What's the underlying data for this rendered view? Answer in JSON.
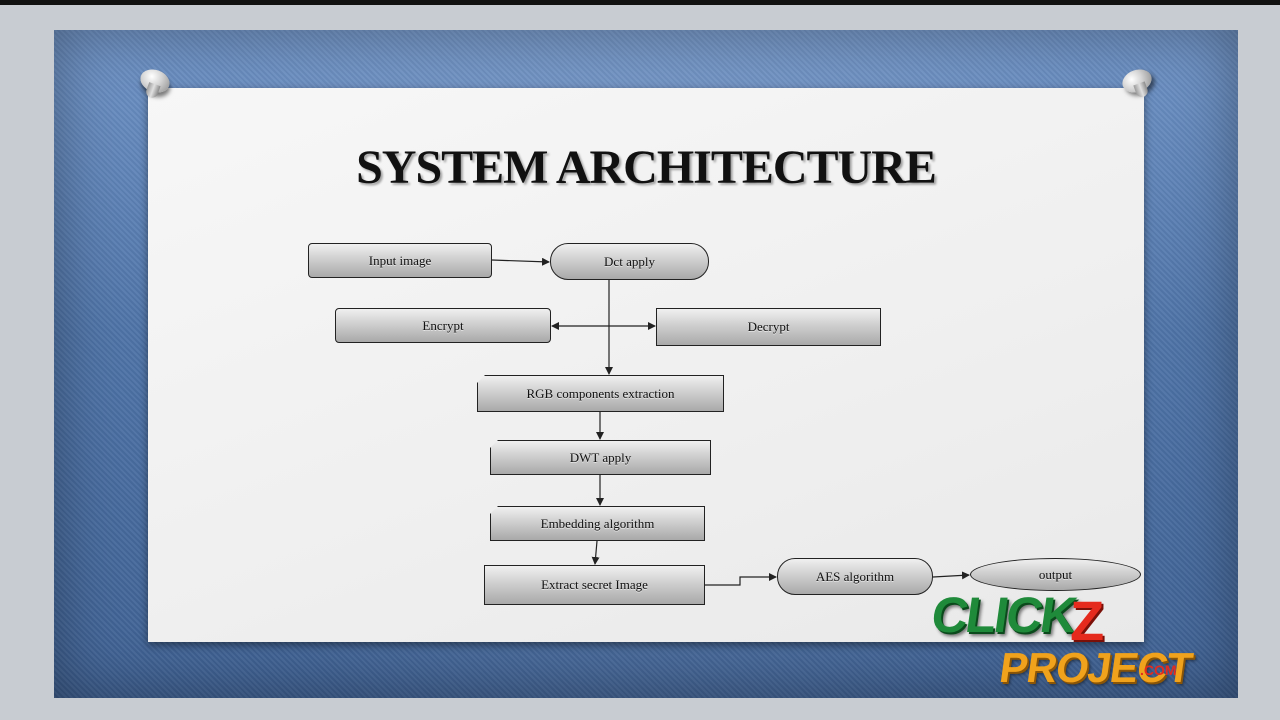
{
  "slide": {
    "title": "SYSTEM ARCHITECTURE"
  },
  "diagram": {
    "nodes": {
      "input_image": "Input image",
      "dct_apply": "Dct apply",
      "encrypt": "Encrypt",
      "decrypt": "Decrypt",
      "rgb_extraction": "RGB components extraction",
      "dwt_apply": "DWT apply",
      "embedding": "Embedding algorithm",
      "extract_secret": "Extract secret Image",
      "aes": "AES algorithm",
      "output": "output"
    },
    "edges": [
      {
        "from": "Input image",
        "to": "Dct apply"
      },
      {
        "from": "Dct apply",
        "to": "RGB components extraction"
      },
      {
        "from": "Dct apply",
        "to": "Encrypt"
      },
      {
        "from": "Dct apply",
        "to": "Decrypt"
      },
      {
        "from": "RGB components extraction",
        "to": "DWT apply"
      },
      {
        "from": "DWT apply",
        "to": "Embedding algorithm"
      },
      {
        "from": "Embedding algorithm",
        "to": "Extract secret Image"
      },
      {
        "from": "Extract secret Image",
        "to": "AES algorithm"
      },
      {
        "from": "AES algorithm",
        "to": "output"
      }
    ]
  },
  "logo": {
    "word1": "CLICK",
    "mark": "Z",
    "word2": "PROJECT",
    "suffix": ".COM"
  },
  "colors": {
    "background_blue": "#4f74a8",
    "paper": "#f2f2f2",
    "logo_green": "#1f8a3a",
    "logo_red": "#e52a1d",
    "logo_orange": "#f0a21c"
  }
}
